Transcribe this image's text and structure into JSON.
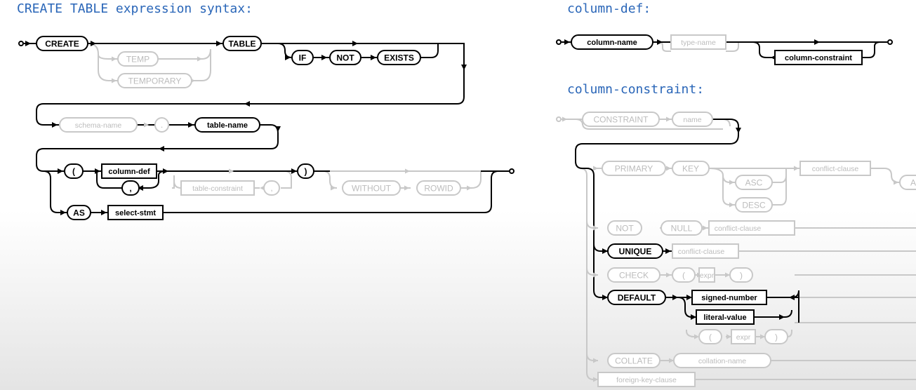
{
  "headings": {
    "create_table": "CREATE TABLE expression syntax:",
    "column_def": "column-def:",
    "column_constraint": "column-constraint:"
  },
  "create_table": {
    "create": "CREATE",
    "temp": "TEMP",
    "temporary": "TEMPORARY",
    "table": "TABLE",
    "if": "IF",
    "not": "NOT",
    "exists": "EXISTS",
    "schema_name": "schema-name",
    "dot": ".",
    "table_name": "table-name",
    "open_paren": "(",
    "column_def": "column-def",
    "comma": ",",
    "table_constraint": "table-constraint",
    "comma2": ",",
    "close_paren": ")",
    "without": "WITHOUT",
    "rowid": "ROWID",
    "as": "AS",
    "select_stmt": "select-stmt"
  },
  "column_def": {
    "column_name": "column-name",
    "type_name": "type-name",
    "column_constraint": "column-constraint"
  },
  "column_constraint": {
    "constraint": "CONSTRAINT",
    "name": "name",
    "primary": "PRIMARY",
    "key": "KEY",
    "asc": "ASC",
    "desc": "DESC",
    "conflict_clause_1": "conflict-clause",
    "autoincrement_partial": "A",
    "not": "NOT",
    "null": "NULL",
    "conflict_clause_2": "conflict-clause",
    "unique": "UNIQUE",
    "conflict_clause_3": "conflict-clause",
    "check": "CHECK",
    "open_paren": "(",
    "expr": "expr",
    "close_paren": ")",
    "default": "DEFAULT",
    "signed_number": "signed-number",
    "literal_value": "literal-value",
    "open_paren2": "(",
    "expr2": "expr",
    "close_paren2": ")",
    "collate": "COLLATE",
    "collation_name": "collation-name",
    "foreign_key_clause": "foreign-key-clause"
  }
}
